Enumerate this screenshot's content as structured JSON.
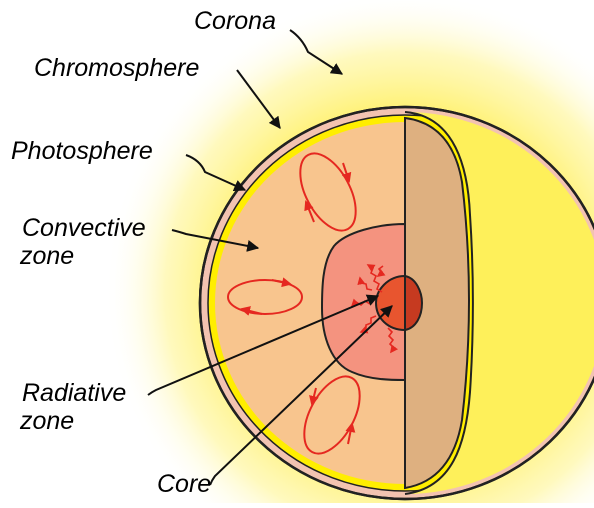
{
  "labels": {
    "corona": "Corona",
    "chromosphere": "Chromosphere",
    "photosphere": "Photosphere",
    "convective_line1": "Convective",
    "convective_line2": "zone",
    "radiative_line1": "Radiative",
    "radiative_line2": "zone",
    "core": "Core"
  },
  "colors": {
    "corona_glow": "#fff27a",
    "chromosphere": "#f3c3b1",
    "photosphere": "#ffee00",
    "convective_zone": "#f8c58e",
    "cut_face": "#deb080",
    "surface": "#fef05a",
    "radiative_zone": "#f4937f",
    "core": "#e8552f",
    "core_shade": "#c63a20",
    "arrows": "#e52820",
    "outline": "#222222"
  }
}
